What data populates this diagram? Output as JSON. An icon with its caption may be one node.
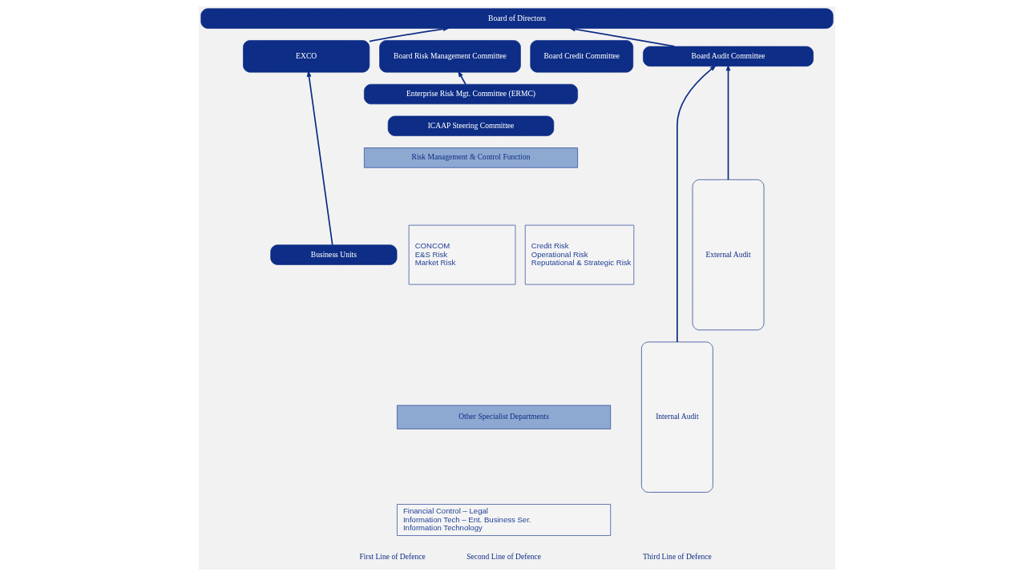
{
  "diagram": {
    "nodes": [
      {
        "text": [
          "Board of Directors"
        ]
      },
      {
        "text": [
          "EXCO"
        ]
      },
      {
        "text": [
          "Business Units"
        ]
      },
      {
        "text": [
          "Board Risk Management Committee"
        ]
      },
      {
        "text": [
          "Board Credit Committee"
        ]
      },
      {
        "text": [
          "Enterprise Risk Mgt. Committee (ERMC)"
        ]
      },
      {
        "text": [
          "ICAAP Steering Committee"
        ]
      },
      {
        "text": [
          "Risk Management & Control Function"
        ]
      },
      {
        "text": [
          "CONCOM",
          "E&S Risk",
          "Market Risk"
        ]
      },
      {
        "text": [
          "Credit Risk",
          "Operational Risk",
          "Reputational & Strategic Risk"
        ]
      },
      {
        "text": [
          "Other Specialist Departments"
        ]
      },
      {
        "text": [
          "Financial Control – Legal",
          "Information Tech – Ent. Business Ser.",
          "Information Technology"
        ]
      },
      {
        "text": [
          "Board Audit Committee"
        ]
      },
      {
        "text": [
          "Internal Audit"
        ]
      },
      {
        "text": [
          "External Audit"
        ]
      }
    ],
    "edges": [
      {
        "from": 2,
        "to": 1,
        "arrow": "to"
      },
      {
        "from": 1,
        "to": 0,
        "arrow": "to"
      },
      {
        "from": 5,
        "to": 3,
        "arrow": "to"
      },
      {
        "from": 12,
        "to": 0,
        "arrow": "to"
      },
      {
        "from": 13,
        "to": 12,
        "arrow": "to"
      },
      {
        "from": 14,
        "to": 12,
        "arrow": "to"
      }
    ],
    "labels": [
      "First Line of Defence",
      "Second Line of Defence",
      "Third Line of Defence"
    ]
  }
}
